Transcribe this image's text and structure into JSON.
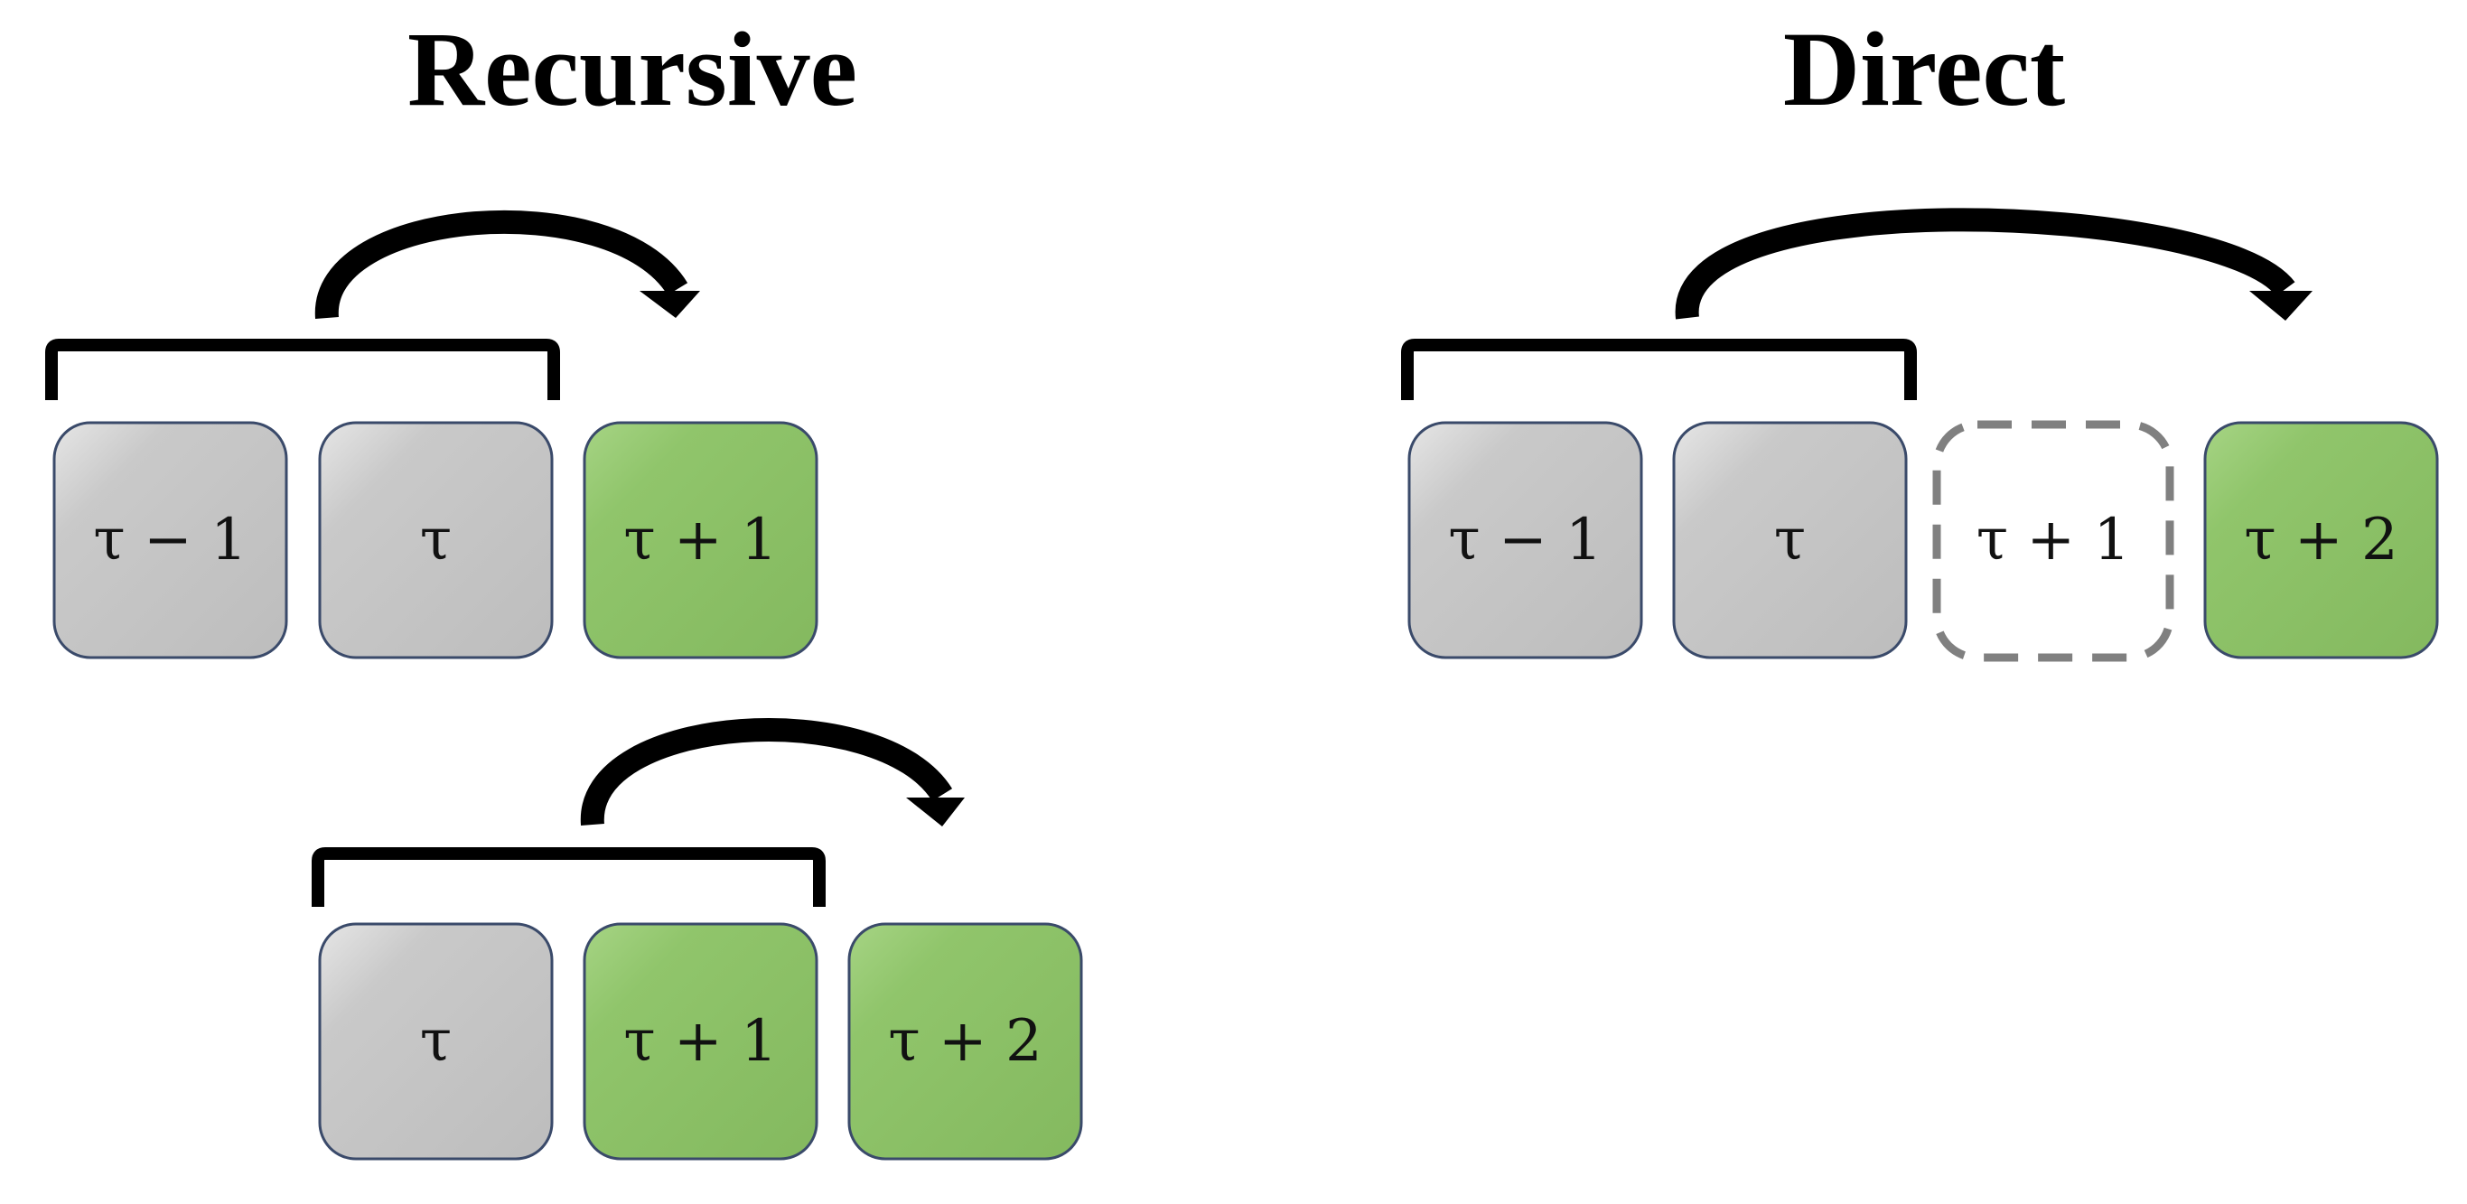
{
  "titles": {
    "recursive": "Recursive",
    "direct": "Direct"
  },
  "colors": {
    "input_fill": "#c6c6c6",
    "output_fill": "#8fc46a",
    "border": "#3a4a6a",
    "bracket": "#000000",
    "skipped_border": "#808080"
  },
  "recursive": {
    "steps": [
      {
        "cells": [
          {
            "label": "τ − 1",
            "kind": "input"
          },
          {
            "label": "τ",
            "kind": "input"
          },
          {
            "label": "τ + 1",
            "kind": "output"
          }
        ]
      },
      {
        "cells": [
          {
            "label": "τ",
            "kind": "input"
          },
          {
            "label": "τ + 1",
            "kind": "output"
          },
          {
            "label": "τ + 2",
            "kind": "output"
          }
        ]
      }
    ]
  },
  "direct": {
    "cells": [
      {
        "label": "τ − 1",
        "kind": "input"
      },
      {
        "label": "τ",
        "kind": "input"
      },
      {
        "label": "τ + 1",
        "kind": "skipped"
      },
      {
        "label": "τ + 2",
        "kind": "output"
      }
    ]
  }
}
